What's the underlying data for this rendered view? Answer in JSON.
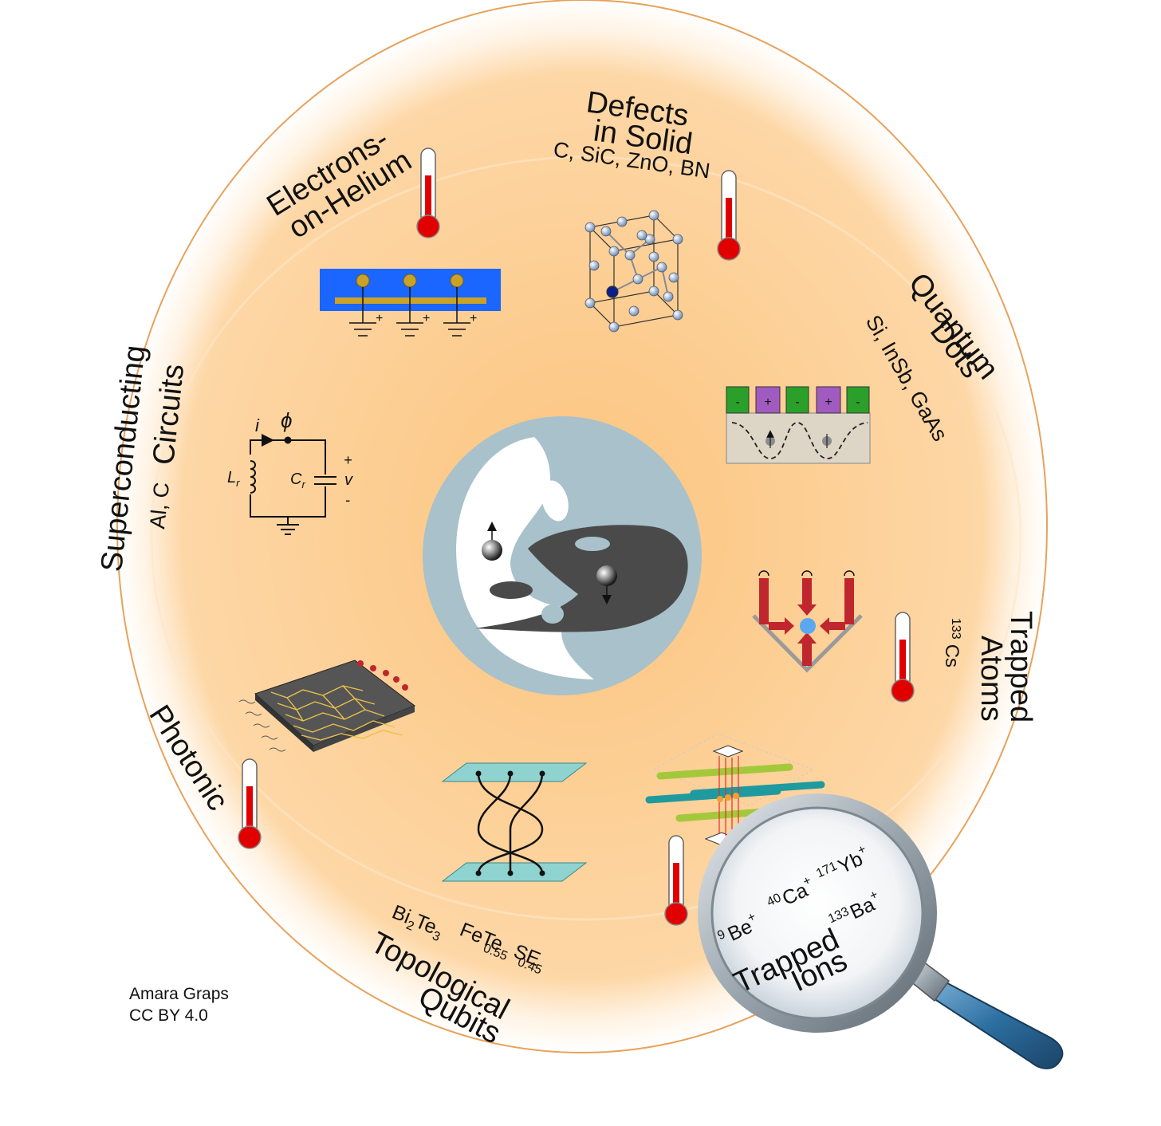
{
  "labels": {
    "defects_line1": "Defects",
    "defects_line2": "in Solid",
    "defects_materials": "C, SiC, ZnO, BN",
    "electrons_line1": "Electrons-",
    "electrons_line2": "on-Helium",
    "quantum_line1": "Quantum",
    "quantum_line2": "Dots",
    "quantum_materials": "Si, InSb, GaAs",
    "superconducting_line1": "Superconducting",
    "superconducting_line2": "Circuits",
    "superconducting_materials": "Al, C",
    "trapped_atoms_line1": "Trapped",
    "trapped_atoms_line2": "Atoms",
    "trapped_atoms_mass": "133",
    "trapped_atoms_element": "Cs",
    "photonic": "Photonic",
    "topological_line1": "Topological",
    "topological_line2": "Qubits",
    "trapped_ions_line1": "Trapped",
    "trapped_ions_line2": "Ions"
  },
  "topological_materials": {
    "bi": "Bi",
    "bi_sub": "2",
    "te": "Te",
    "te_sub": "3",
    "fe": "FeTe",
    "fe_sub": "0.55",
    "se": "SE",
    "se_sub": "0.45"
  },
  "ions": {
    "be_mass": "9",
    "be": "Be",
    "ca_mass": "40",
    "ca": "Ca",
    "yb_mass": "171",
    "yb": "Yb",
    "ba_mass": "133",
    "ba": "Ba",
    "charge": "+"
  },
  "circuit": {
    "current": "i",
    "flux": "ϕ",
    "inductor": "L",
    "inductor_sub": "r",
    "capacitor": "C",
    "capacitor_sub": "r",
    "voltage": "v",
    "plus": "+",
    "minus": "-"
  },
  "quantum_gates": [
    "-",
    "+",
    "-",
    "+",
    "-"
  ],
  "electrode_signs": [
    "+",
    "+",
    "+"
  ],
  "credit": {
    "author": "Amara Graps",
    "license": "CC BY 4.0"
  },
  "colors": {
    "ring": "#e8a25a",
    "glow": "#fcd49a",
    "thermometer": "#e00000",
    "yinyang_bg": "#a8c1ca",
    "yinyang_dark": "#4a4a4a",
    "helium_blue": "#1a66ff",
    "gate_green": "#2aa02a",
    "gate_purple": "#a15bc0"
  },
  "icons": [
    "thermometer-icon",
    "magnifier-icon",
    "yin-yang-icon"
  ]
}
